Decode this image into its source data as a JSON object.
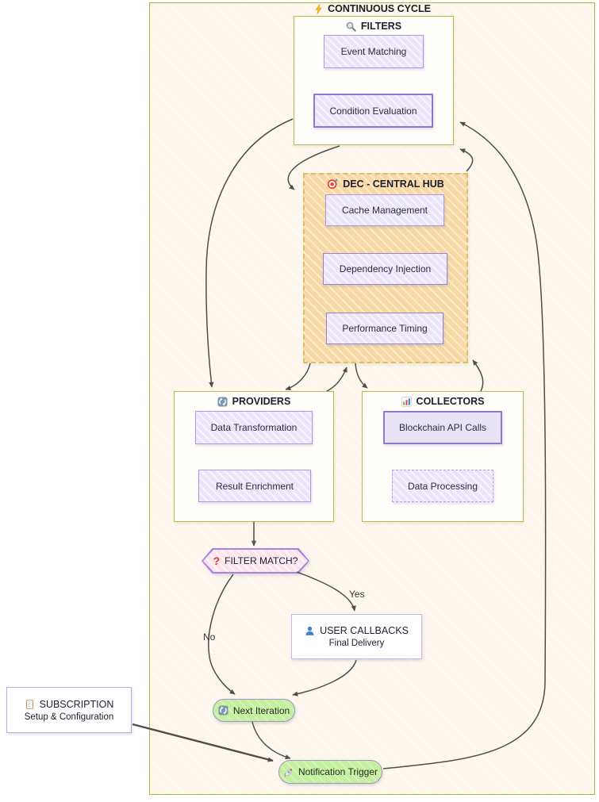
{
  "outer": {
    "title": "CONTINUOUS CYCLE"
  },
  "groups": {
    "filters": {
      "title": "FILTERS"
    },
    "hub": {
      "title": "DEC - CENTRAL HUB"
    },
    "providers": {
      "title": "PROVIDERS"
    },
    "collectors": {
      "title": "COLLECTORS"
    }
  },
  "nodes": {
    "event_matching": "Event Matching",
    "condition_evaluation": "Condition Evaluation",
    "cache_management": "Cache Management",
    "dependency_injection": "Dependency Injection",
    "performance_timing": "Performance Timing",
    "data_transformation": "Data Transformation",
    "result_enrichment": "Result Enrichment",
    "blockchain_api_calls": "Blockchain API Calls",
    "data_processing": "Data Processing",
    "filter_match": "FILTER MATCH?",
    "user_callbacks_title": "USER CALLBACKS",
    "user_callbacks_sub": "Final Delivery",
    "subscription_title": "SUBSCRIPTION",
    "subscription_sub": "Setup & Configuration",
    "next_iteration": "Next Iteration",
    "notification_trigger": "Notification Trigger"
  },
  "edge_labels": {
    "yes": "Yes",
    "no": "No"
  },
  "icons": {
    "question_glyph": "?",
    "outer_icon": "lightning-icon",
    "filters_icon": "magnifier-icon",
    "hub_icon": "target-icon",
    "providers_icon": "cycle-arrows-icon",
    "collectors_icon": "bar-chart-icon",
    "user_callbacks_icon": "person-icon",
    "subscription_icon": "clipboard-icon",
    "next_iteration_icon": "cycle-arrows-icon",
    "notification_trigger_icon": "rocket-icon"
  },
  "colors": {
    "outer_border": "#b6b23f",
    "outer_fill": "#fcf6ec",
    "group_border": "#bdb94b",
    "hub_fill": "#f8d9a4",
    "hub_border": "#dfbd6b",
    "node_fill": "#e9e3f8",
    "node_border": "#a89bdc",
    "node_border_strong": "#8f78d2",
    "hexagon_fill": "#fbe3ec",
    "hexagon_border": "#a285dc",
    "pill_fill": "#c4ef9f",
    "pill_border": "#a095c6",
    "white_box_border": "#c6b9ee",
    "arrow": "#4d4d4d"
  }
}
